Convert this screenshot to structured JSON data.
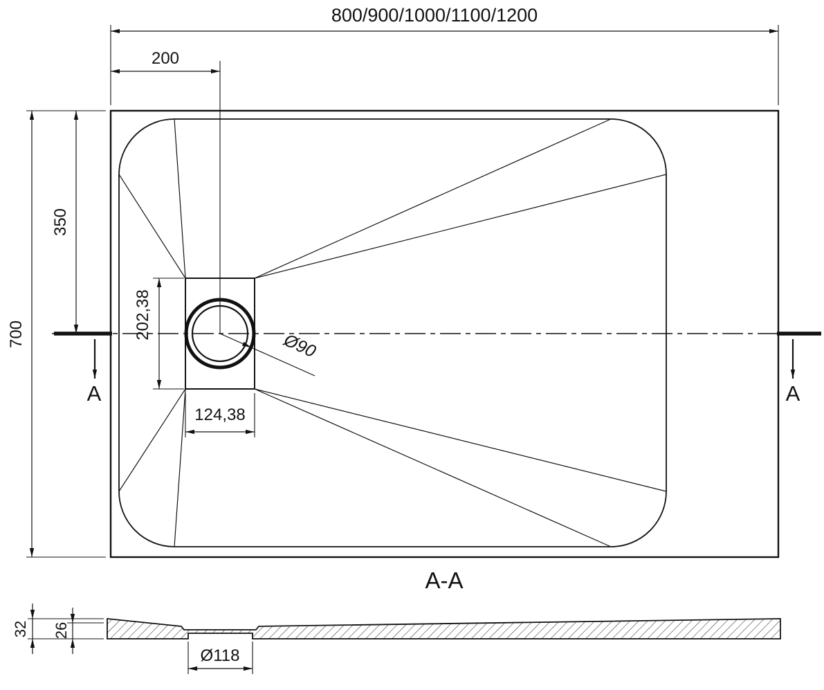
{
  "top_view": {
    "overall_width_label": "800/900/1000/1100/1200",
    "drain_offset_x_label": "200",
    "drain_offset_y_label": "350",
    "depth_label": "700",
    "drain_box_height_label": "202,38",
    "drain_box_width_label": "124,38",
    "drain_diameter_label": "Ø90",
    "section_cut_label": "A"
  },
  "section_view": {
    "title_label": "A-A",
    "total_thickness_label": "32",
    "base_thickness_label": "26",
    "drain_hole_label": "Ø118"
  },
  "colors": {
    "line": "#111111",
    "background": "#ffffff"
  }
}
